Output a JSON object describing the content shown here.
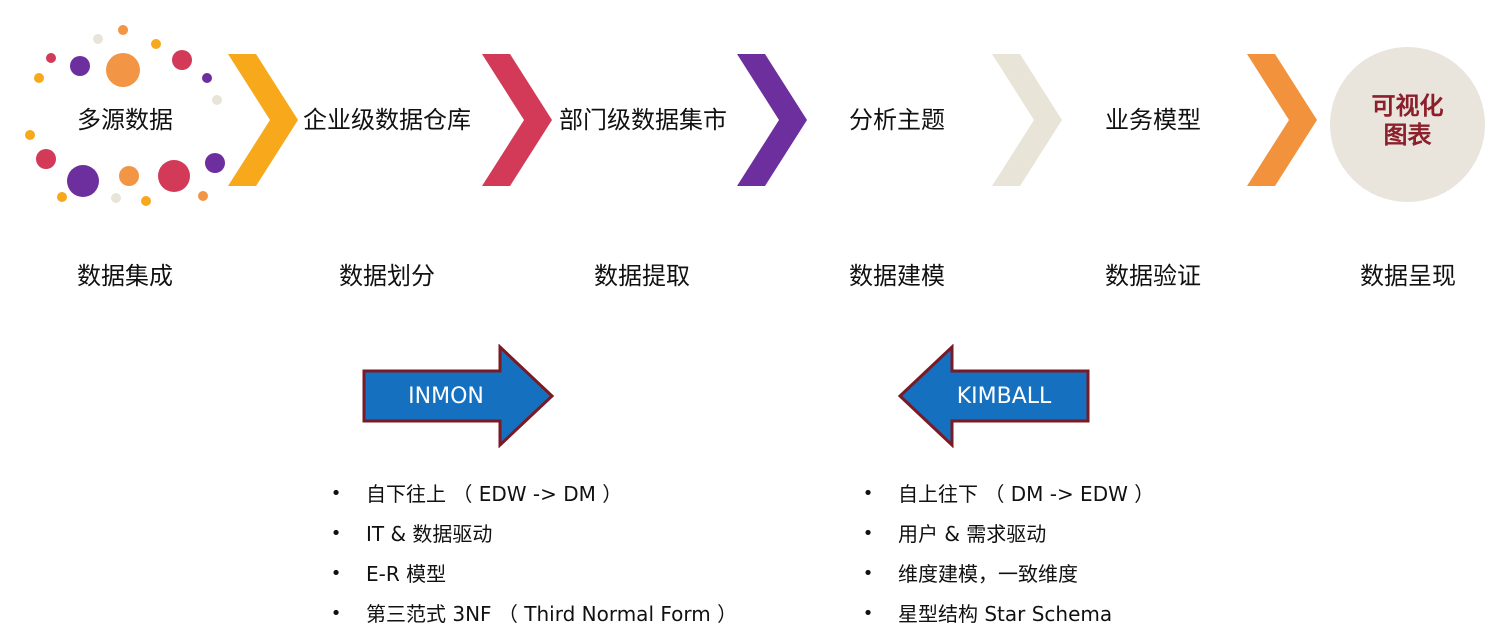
{
  "stages": [
    {
      "label": "多源数据",
      "color": "#f7a81b"
    },
    {
      "label": "企业级数据仓库",
      "color": "#d23a58"
    },
    {
      "label": "部门级数据集市",
      "color": "#6e2f9e"
    },
    {
      "label": "分析主题",
      "color": "#e8e4d8"
    },
    {
      "label": "业务模型",
      "color": "#f2923d"
    },
    {
      "label": "可视化\n图表",
      "color": "#8b1f2b"
    }
  ],
  "final_stage": {
    "line1": "可视化",
    "line2": "图表"
  },
  "processes": [
    "数据集成",
    "数据划分",
    "数据提取",
    "数据建模",
    "数据验证",
    "数据呈现"
  ],
  "approaches": {
    "inmon": {
      "label": "INMON",
      "direction": "right",
      "points": [
        "自下往上 （ EDW -> DM ）",
        "IT & 数据驱动",
        "E-R 模型",
        "第三范式 3NF （ Third Normal Form ）"
      ]
    },
    "kimball": {
      "label": "KIMBALL",
      "direction": "left",
      "points": [
        "自上往下  （ DM -> EDW ）",
        "用户 & 需求驱动",
        "维度建模，一致维度",
        "星型结构 Star Schema"
      ]
    }
  },
  "colors": {
    "arrow_fill": "#1670c0",
    "arrow_stroke": "#7a1a24",
    "dot_orange": "#f29544",
    "dot_purple": "#6e2f9e",
    "dot_red": "#d23a58",
    "dot_yellow": "#f7a81b",
    "dot_beige": "#e8e4d8"
  }
}
